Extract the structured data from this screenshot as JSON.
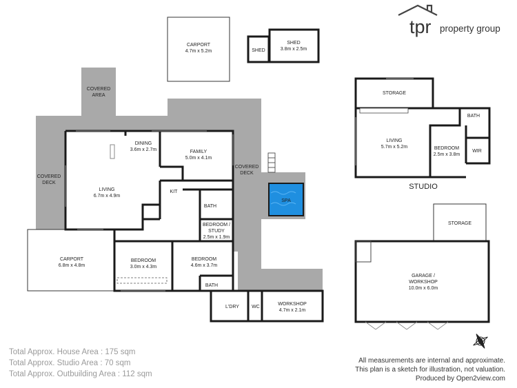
{
  "brand": {
    "logo_text": "tpr",
    "name": "property group"
  },
  "rooms": {
    "carport_top": {
      "name": "CARPORT",
      "size": "4.7m x 5.2m"
    },
    "shed_small": {
      "name": "SHED"
    },
    "shed": {
      "name": "SHED",
      "size": "3.8m x 2.5m"
    },
    "covered_area": {
      "name": "COVERED",
      "name2": "AREA"
    },
    "dining": {
      "name": "DINING",
      "size": "3.6m x 2.7m"
    },
    "family": {
      "name": "FAMILY",
      "size": "5.0m x 4.1m"
    },
    "covered_deck_left": {
      "name": "COVERED",
      "name2": "DECK"
    },
    "covered_deck_right": {
      "name": "COVERED",
      "name2": "DECK"
    },
    "living": {
      "name": "LIVING",
      "size": "6.7m x 4.9m"
    },
    "kit": {
      "name": "KIT"
    },
    "spa": {
      "name": "SPA"
    },
    "bath_main": {
      "name": "BATH"
    },
    "bedroom_study": {
      "name": "BEDROOM /",
      "name2": "STUDY",
      "size": "2.5m x 1.9m"
    },
    "carport_left": {
      "name": "CARPORT",
      "size": "6.8m x 4.8m"
    },
    "bedroom_1": {
      "name": "BEDROOM",
      "size": "3.0m x 4.3m"
    },
    "bedroom_2": {
      "name": "BEDROOM",
      "size": "4.6m x 3.7m"
    },
    "bath_small": {
      "name": "BATH"
    },
    "ldry": {
      "name": "L'DRY"
    },
    "wc": {
      "name": "WC"
    },
    "workshop": {
      "name": "WORKSHOP",
      "size": "4.7m x 2.1m"
    },
    "storage_studio": {
      "name": "STORAGE"
    },
    "studio_bath": {
      "name": "BATH"
    },
    "studio_living": {
      "name": "LIVING",
      "size": "5.7m x 5.2m"
    },
    "studio_bedroom": {
      "name": "BEDROOM",
      "size": "2.5m x 3.8m"
    },
    "wir": {
      "name": "WIR"
    },
    "storage_garage": {
      "name": "STORAGE"
    },
    "garage": {
      "name": "GARAGE /",
      "name2": "WORKSHOP",
      "size": "10.0m x 6.0m"
    }
  },
  "studio_title": "STUDIO",
  "areas": [
    "Total Approx. House Area : 175 sqm",
    "Total Approx. Studio Area : 70 sqm",
    "Total Approx. Outbuilding Area : 112 sqm"
  ],
  "disclaimer": [
    "All measurements are internal and approximate.",
    "This plan is a sketch for illustration, not valuation.",
    "Produced by Open2view.com"
  ],
  "colors": {
    "deck_grey": "#a9a9a9",
    "wall": "#1a1a1a",
    "spa_blue": "#1f8fe0"
  }
}
